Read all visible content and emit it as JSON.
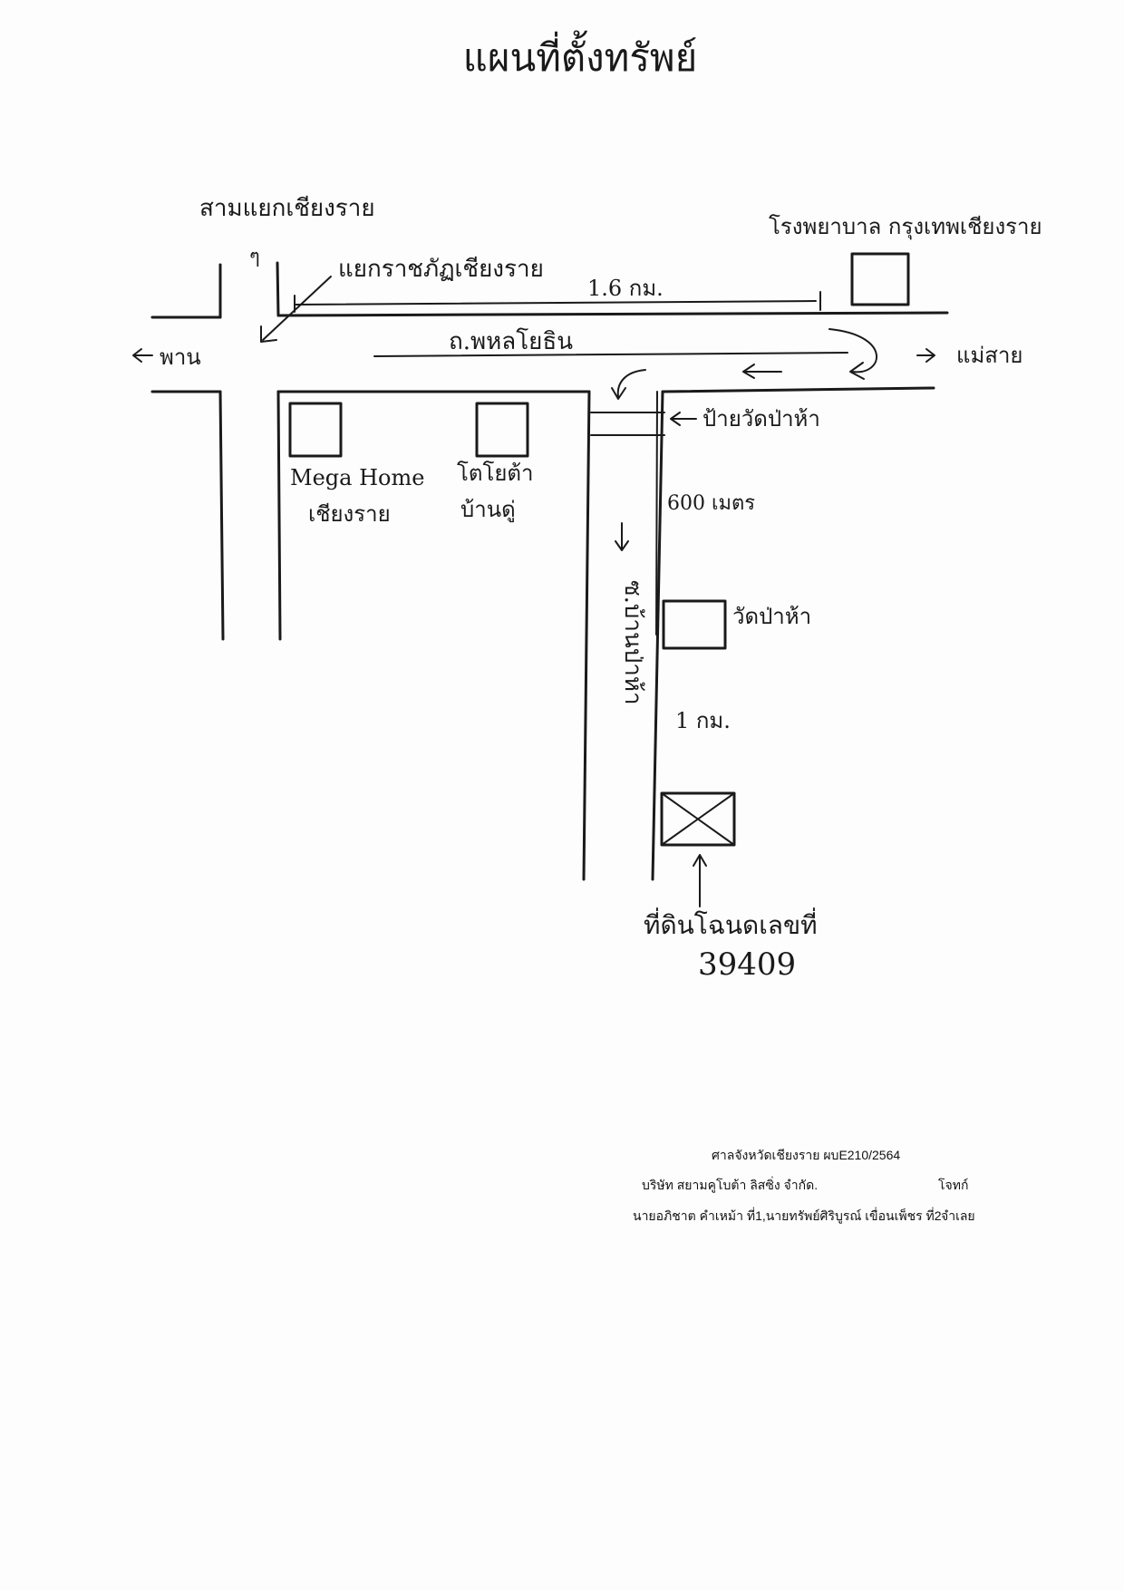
{
  "title": "แผนที่ตั้งทรัพย์",
  "labels": {
    "top_left_junction": "สามแยกเชียงราย",
    "junction_direction_mark": "ๆ",
    "intersection_name": "แยกราชภัฏเชียงราย",
    "distance_main_road": "1.6 กม.",
    "main_road": "ถ.พหลโยธิน",
    "to_left": "พาน",
    "to_right": "แม่สาย",
    "hospital": "โรงพยาบาล กรุงเทพเชียงราย",
    "store_1_line1": "Mega Home",
    "store_1_line2": "เชียงราย",
    "store_2_line1": "โตโยต้า",
    "store_2_line2": "บ้านดู่",
    "sign": "ป้ายวัดป่าห้า",
    "distance_side_road": "600 เมตร",
    "side_road": "ซ.บ้านป่าห้า",
    "temple": "วัดป่าห้า",
    "distance_to_plot": "1 กม.",
    "plot_line1": "ที่ดินโฉนดเลขที่",
    "plot_line2": "39409"
  },
  "footer": {
    "court_case": "ศาลจังหวัดเชียงราย ผบE210/2564",
    "plaintiff": "บริษัท สยามคูโบต้า ลิสซิ่ง จำกัด.",
    "plaintiff_role": "โจทก์",
    "defendants": "นายอภิชาต คำเหม้า ที่1,นายทรัพย์ศิริบูรณ์ เขื่อนเพ็ชร ที่2",
    "defendant_role": "จำเลย"
  }
}
